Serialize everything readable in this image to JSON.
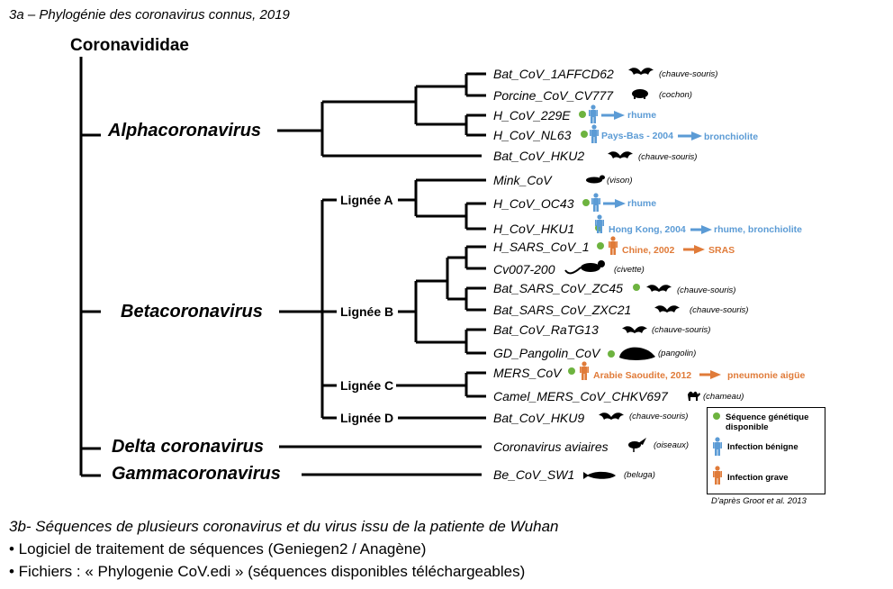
{
  "caption": "3a – Phylogénie des coronavirus connus, 2019",
  "root": "Coronavididae",
  "genera": {
    "alpha": "Alphacoronavirus",
    "beta": "Betacoronavirus",
    "delta": "Delta coronavirus",
    "gamma": "Gammacoronavirus"
  },
  "lineages": {
    "a": "Lignée A",
    "b": "Lignée B",
    "c": "Lignée C",
    "d": "Lignée D"
  },
  "leaves": [
    {
      "name": "Bat_CoV_1AFFCD62",
      "animal": "(chauve-souris)",
      "icon": "bat-icon"
    },
    {
      "name": "Porcine_CoV_CV777",
      "animal": "(cochon)",
      "icon": "pig-icon"
    },
    {
      "name": "H_CoV_229E",
      "animal": "",
      "icon": "human-icon",
      "origin": "",
      "disease": "rhume"
    },
    {
      "name": "H_CoV_NL63",
      "animal": "",
      "icon": "human-icon",
      "origin": "Pays-Bas - 2004",
      "disease": "bronchiolite"
    },
    {
      "name": "Bat_CoV_HKU2",
      "animal": "(chauve-souris)",
      "icon": "bat-icon"
    },
    {
      "name": "Mink_CoV",
      "animal": "(vison)",
      "icon": "mink-icon"
    },
    {
      "name": "H_CoV_OC43",
      "animal": "",
      "icon": "human-icon",
      "origin": "",
      "disease": "rhume"
    },
    {
      "name": "H_CoV_HKU1",
      "animal": "",
      "icon": "human-icon",
      "origin": "Hong Kong, 2004",
      "disease": "rhume, bronchiolite"
    },
    {
      "name": "H_SARS_CoV_1",
      "animal": "",
      "icon": "human-icon",
      "origin": "Chine, 2002",
      "disease": "SRAS"
    },
    {
      "name": "Cv007-200",
      "animal": "(civette)",
      "icon": "civet-icon"
    },
    {
      "name": "Bat_SARS_CoV_ZC45",
      "animal": "(chauve-souris)",
      "icon": "bat-icon"
    },
    {
      "name": "Bat_SARS_CoV_ZXC21",
      "animal": "(chauve-souris)",
      "icon": "bat-icon"
    },
    {
      "name": "Bat_CoV_RaTG13",
      "animal": "(chauve-souris)",
      "icon": "bat-icon"
    },
    {
      "name": "GD_Pangolin_CoV",
      "animal": "(pangolin)",
      "icon": "pangolin-icon"
    },
    {
      "name": "MERS_CoV",
      "animal": "",
      "icon": "human-icon",
      "origin": "Arabie Saoudite, 2012",
      "disease": "pneumonie aigüe"
    },
    {
      "name": "Camel_MERS_CoV_CHKV697",
      "animal": "(chameau)",
      "icon": "camel-icon"
    },
    {
      "name": "Bat_CoV_HKU9",
      "animal": "(chauve-souris)",
      "icon": "bat-icon"
    },
    {
      "name": "Coronavirus aviaires",
      "animal": "(oiseaux)",
      "icon": "bird-icon"
    },
    {
      "name": "Be_CoV_SW1",
      "animal": "(beluga)",
      "icon": "beluga-icon"
    }
  ],
  "legend": {
    "seq_line1": "Séquence génétique",
    "seq_line2": "disponible",
    "benign": "Infection bénigne",
    "severe": "Infection grave"
  },
  "credit": "D'après Groot et al. 2013",
  "section_b": {
    "title": "3b- Séquences de plusieurs coronavirus et du virus issu de la patiente de Wuhan",
    "bullet1": "• Logiciel de traitement de séquences (Geniegen2 / Anagène)",
    "bullet2": "• Fichiers : « Phylogenie CoV.edi » (séquences disponibles téléchargeables)"
  },
  "colors": {
    "green_dot": "#6db33f",
    "benign_blue": "#5b9bd5",
    "severe_orange": "#e07b39"
  }
}
